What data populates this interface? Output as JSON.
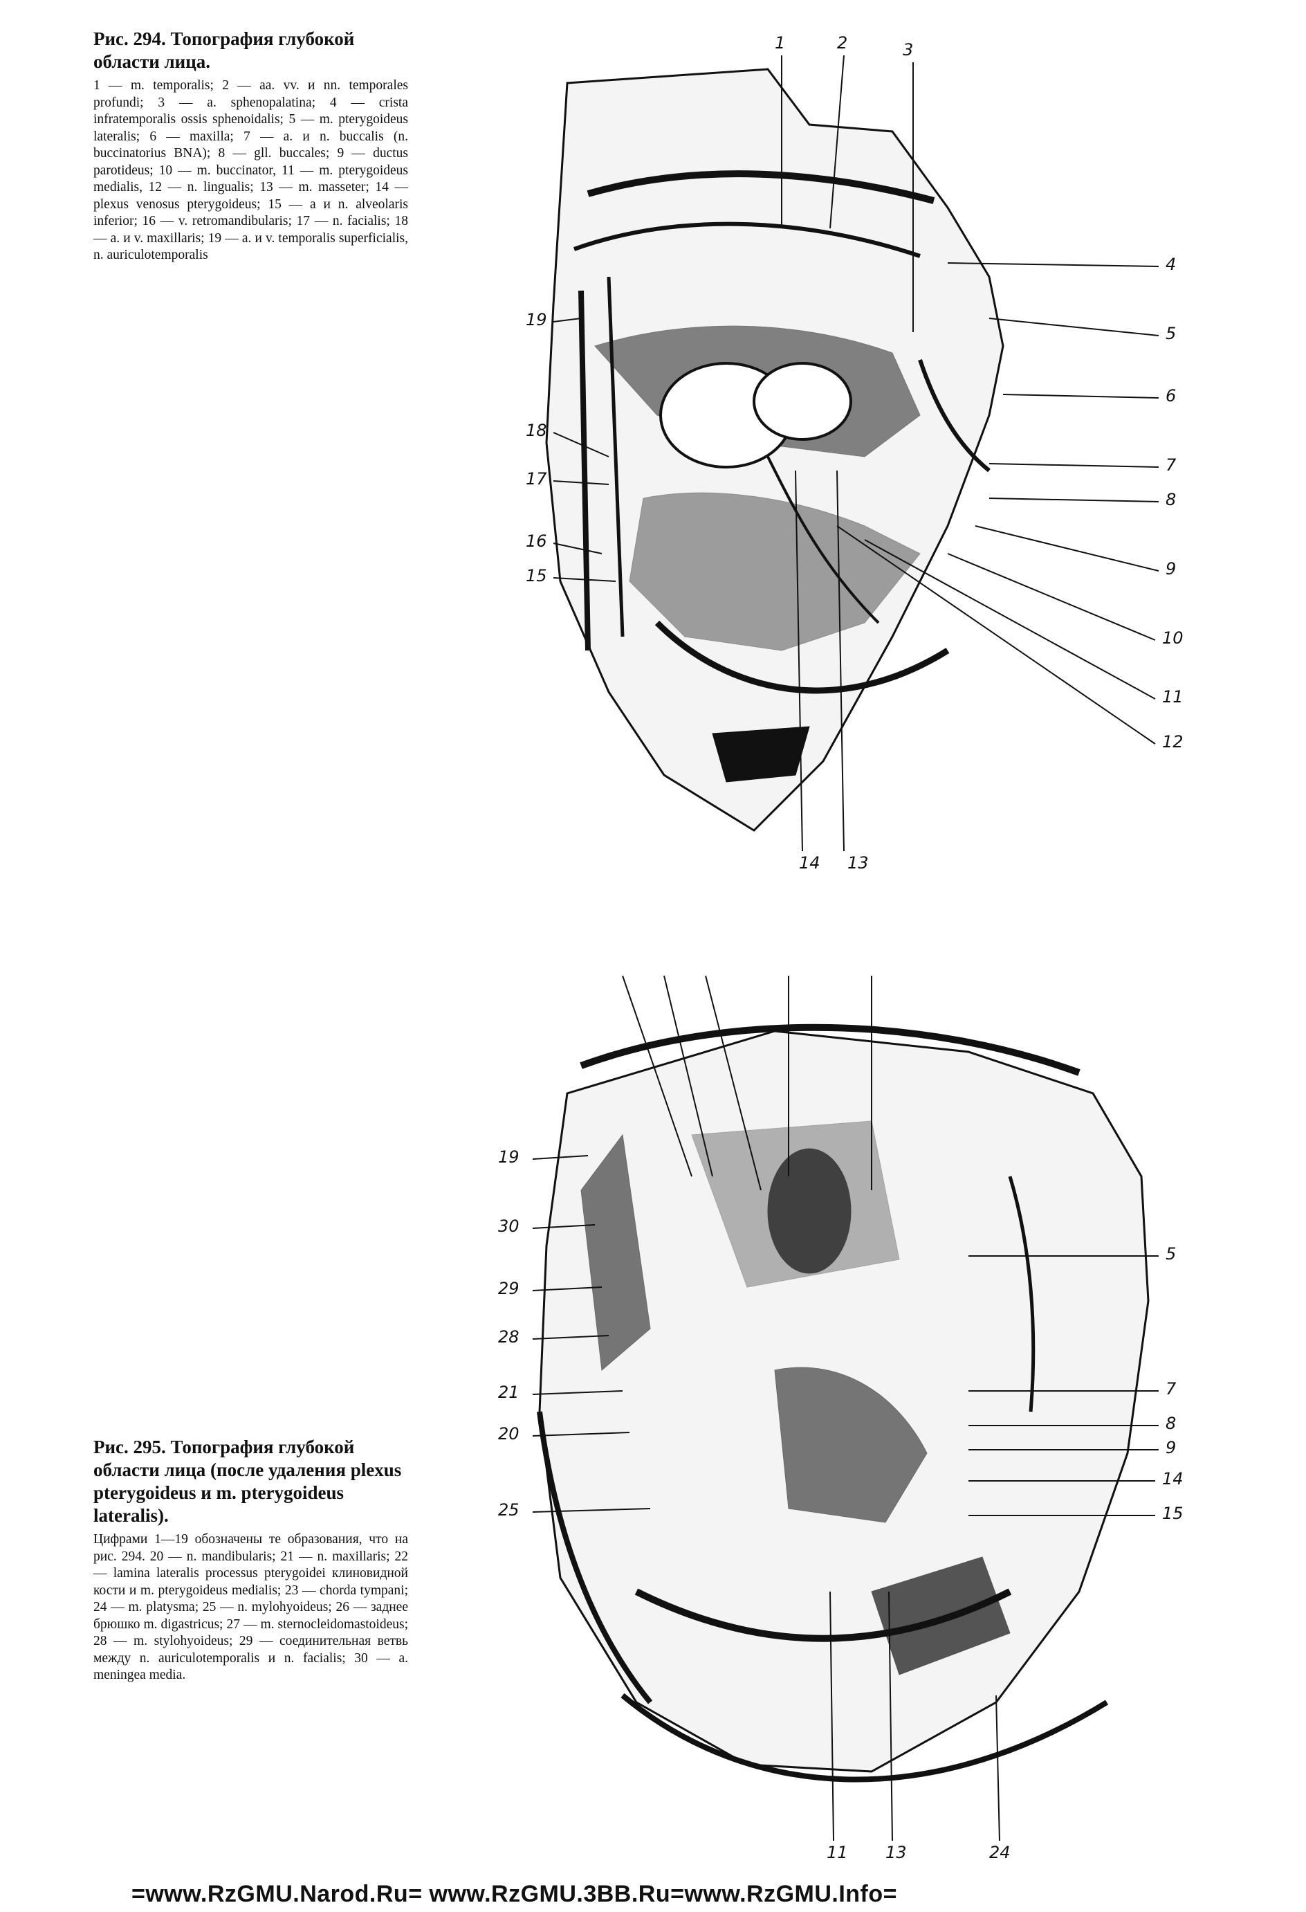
{
  "fig294": {
    "title": "Рис. 294. Топография глубокой области лица.",
    "legend": "1 — m. temporalis; 2 — aa. vv. и nn. temporales profundi; 3 — a. sphenopalatina; 4 — crista infratemporalis ossis sphenoidalis; 5 — m. pterygoideus lateralis; 6 — maxilla; 7 — a. и n. buccalis (n. buccinatorius BNA); 8 — gll. buccales; 9 — ductus parotideus; 10 — m. buccinator, 11 — m. pterygoideus medialis, 12 — n. lingualis; 13 — m. masseter; 14 — plexus venosus pterygoideus; 15 — a и n. alveolaris inferior; 16 — v. retromandibularis; 17 — n. facialis; 18 — a. и v. maxillaris; 19 — a. и v. temporalis superficialis, n. auriculotemporalis",
    "labels": [
      "1",
      "2",
      "3",
      "4",
      "5",
      "6",
      "7",
      "8",
      "9",
      "10",
      "11",
      "12",
      "13",
      "14",
      "15",
      "16",
      "17",
      "18",
      "19"
    ]
  },
  "fig295": {
    "title": "Рис. 295. Топография глубокой области лица (после удаления plexus pterygoideus и m. pterygoideus lateralis).",
    "legend": "Цифрами 1—19 обозначены те образования, что на рис. 294. 20 — n. mandibularis; 21 — n. maxillaris; 22 — lamina lateralis processus pterygoidei клиновидной кости и m. pterygoideus medialis; 23 — chorda tympani; 24 — m. platysma; 25 — n. mylohyoideus; 26 — заднее брюшко m. digastricus; 27 — m. sternocleidomastoideus; 28 — m. stylohyoideus; 29 — соединительная ветвь между n. auriculotemporalis и n. facialis; 30 — a. meningea media.",
    "labels_left": [
      "19",
      "30",
      "29",
      "28",
      "21",
      "20",
      "25"
    ],
    "labels_right": [
      "5",
      "7",
      "8",
      "9",
      "14",
      "15"
    ],
    "labels_bottom": [
      "11",
      "13",
      "24"
    ]
  },
  "footer": "=www.RzGMU.Narod.Ru= www.RzGMU.3BB.Ru=www.RzGMU.Info="
}
